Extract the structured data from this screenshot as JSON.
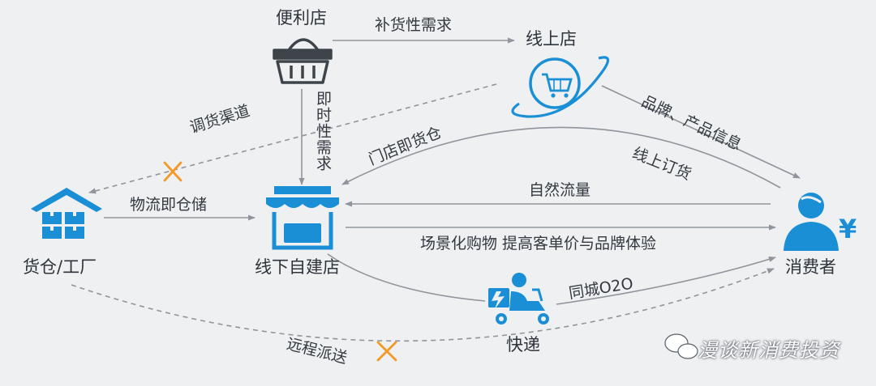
{
  "nodes": {
    "convenience_store": "便利店",
    "online_store": "线上店",
    "warehouse": "货仓/工厂",
    "offline_store": "线下自建店",
    "consumer": "消费者",
    "courier": "快递"
  },
  "edges": {
    "replenish_demand": "补货性需求",
    "instant_demand": "即时性需求",
    "transfer_channel": "调货渠道",
    "store_as_warehouse": "门店即货仓",
    "brand_product_info": "品牌、产品信息",
    "online_order": "线上订货",
    "logistics_storage": "物流即仓储",
    "natural_traffic": "自然流量",
    "scene_shopping": "场景化购物 提高客单价与品牌体验",
    "same_city_o2o": "同城O2O",
    "remote_delivery": "远程派送"
  },
  "watermark": "漫谈新消费投资",
  "colors": {
    "accent": "#1b8fd6",
    "arrow": "#8f959b",
    "cross": "#f39a26",
    "text": "#33393f"
  },
  "icons": {
    "convenience_store": "basket-icon",
    "online_store": "cart-globe-icon",
    "warehouse": "warehouse-icon",
    "offline_store": "storefront-icon",
    "consumer": "person-yen-icon",
    "courier": "scooter-icon",
    "blocked": "cross-icon",
    "watermark": "wechat-icon"
  }
}
